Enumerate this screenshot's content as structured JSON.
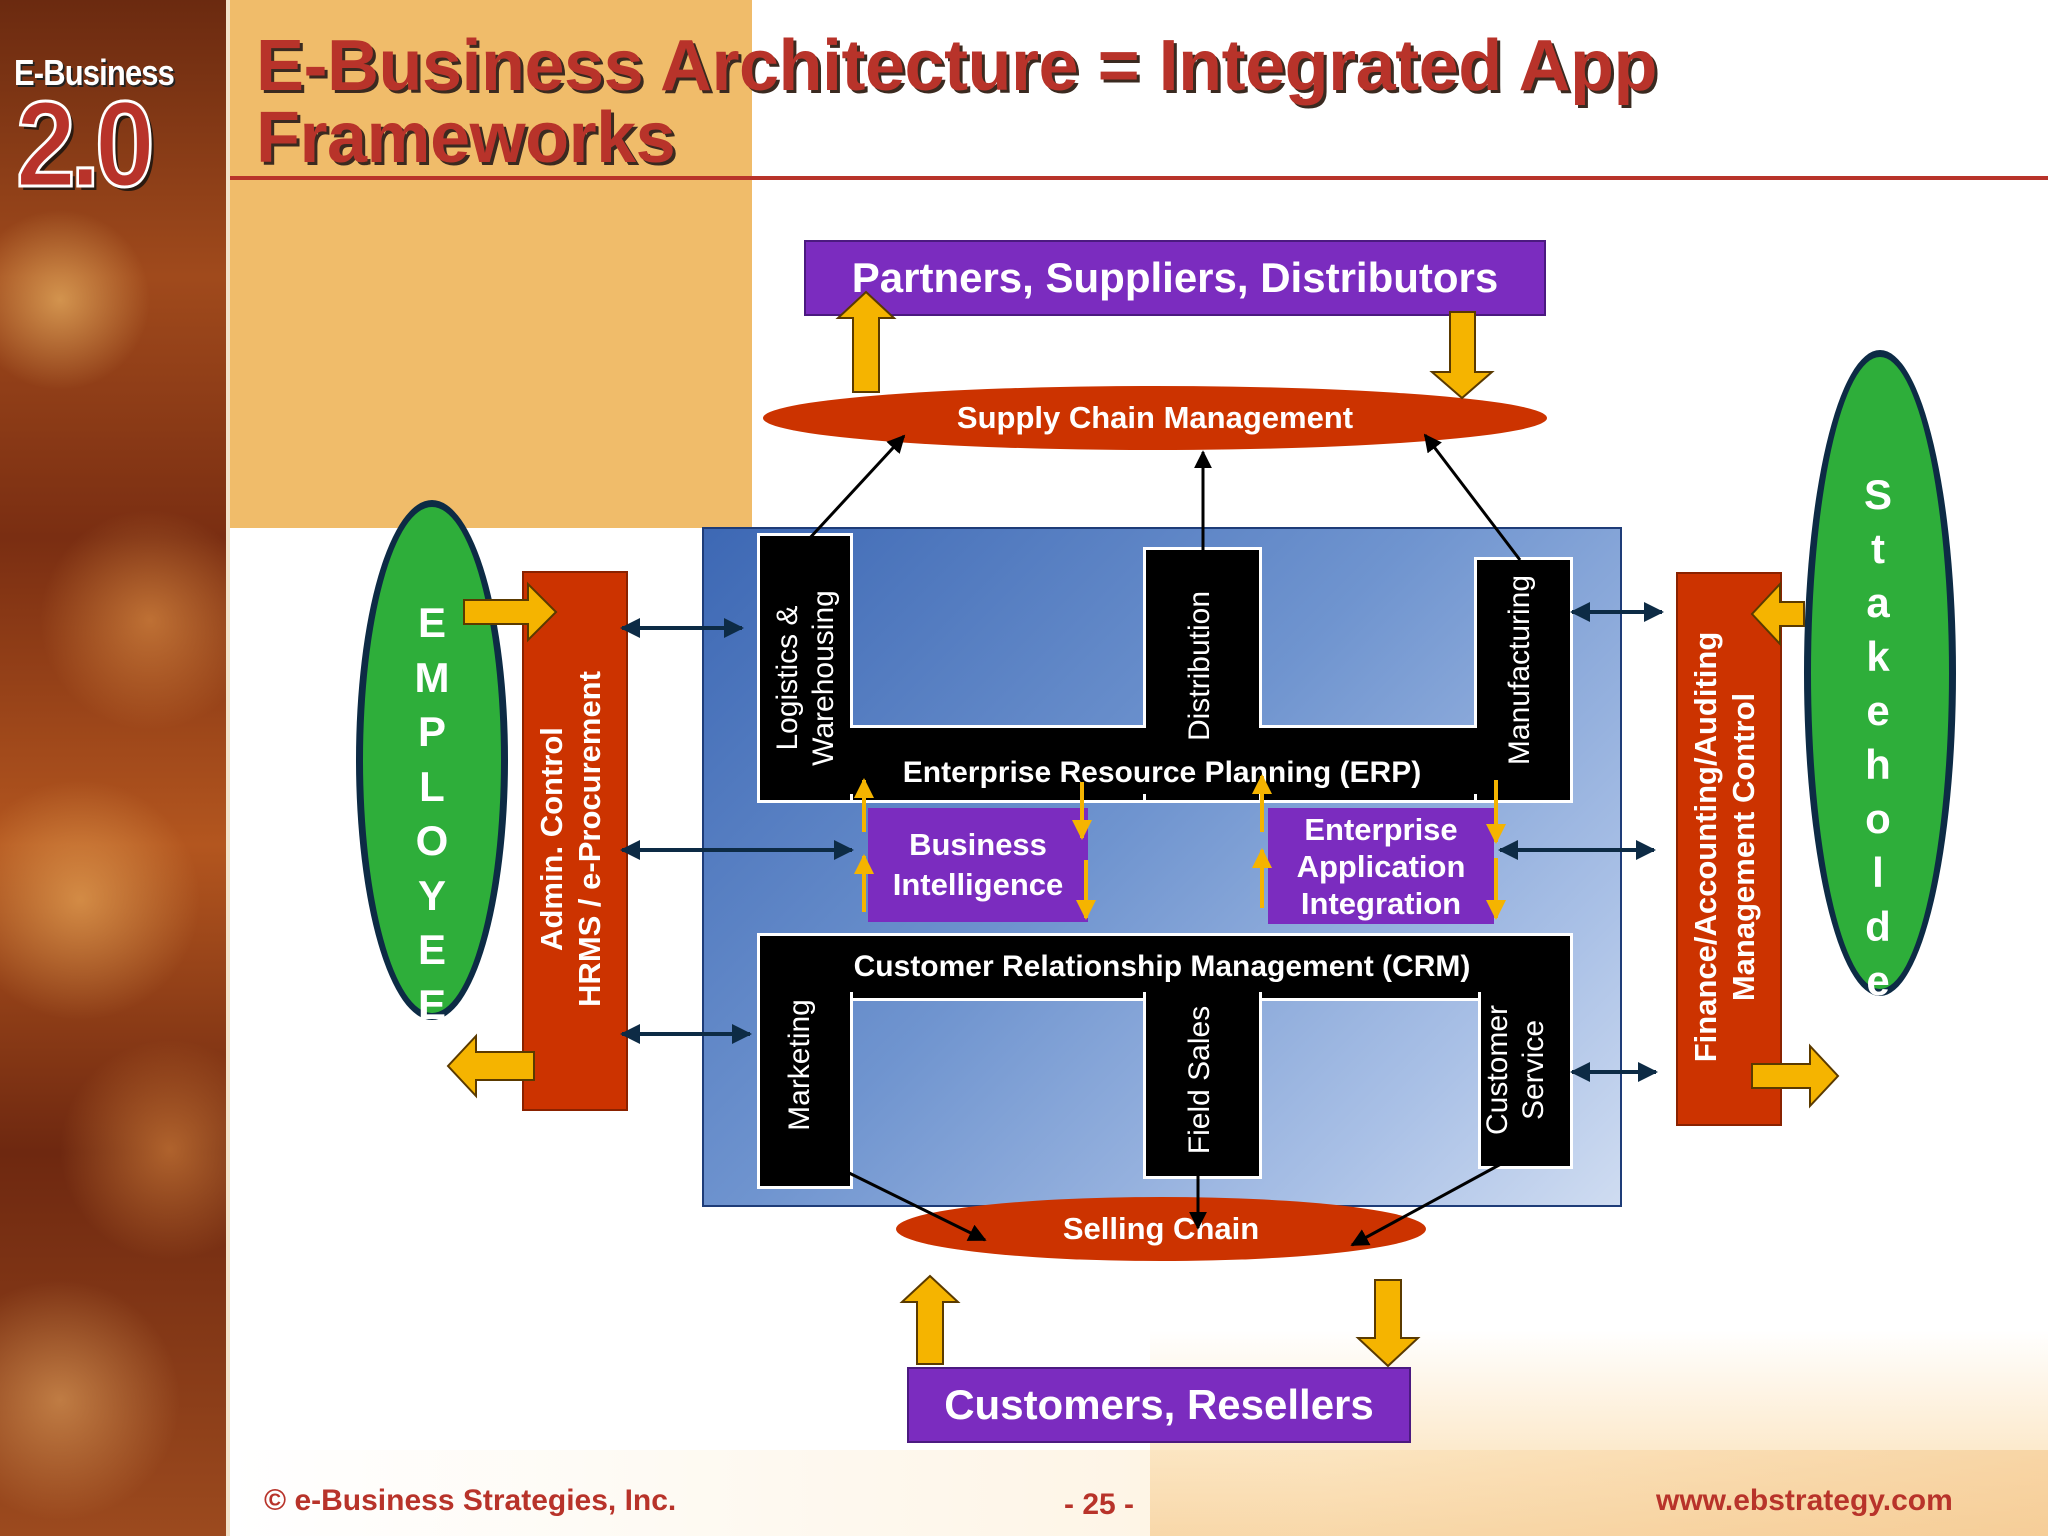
{
  "title": "E-Business Architecture = Integrated App Frameworks",
  "logo": {
    "top_text": "E-Business",
    "big_text": "2.0"
  },
  "diagram": {
    "partners": "Partners, Suppliers, Distributors",
    "supply_chain": "Supply Chain Management",
    "selling_chain": "Selling Chain",
    "customers": "Customers, Resellers",
    "employee_letters": [
      "E",
      "M",
      "P",
      "L",
      "O",
      "Y",
      "E",
      "E"
    ],
    "stakeholder_letters": [
      "S",
      "t",
      "a",
      "k",
      "e",
      "h",
      "o",
      "l",
      "d",
      "e"
    ],
    "admin_line1": "Admin. Control",
    "admin_line2": "HRMS  / e-Procurement",
    "finance_line1": "Finance/Accounting/Auditing",
    "finance_line2": "Management Control",
    "erp": {
      "label": "Enterprise Resource Planning (ERP)",
      "logistics_line1": "Logistics &",
      "logistics_line2": "Warehousing",
      "distribution": "Distribution",
      "manufacturing": "Manufacturing"
    },
    "business_intelligence_line1": "Business",
    "business_intelligence_line2": "Intelligence",
    "eai_line1": "Enterprise",
    "eai_line2": "Application",
    "eai_line3": "Integration",
    "crm": {
      "label": "Customer Relationship Management (CRM)",
      "marketing": "Marketing",
      "field_sales": "Field Sales",
      "customer_service_line1": "Customer",
      "customer_service_line2": "Service"
    }
  },
  "footer": {
    "copyright": "© e-Business Strategies, Inc.",
    "page": "- 25 -",
    "url": "www.ebstrategy.com"
  },
  "colors": {
    "accent_red": "#b8332a",
    "oval_red": "#cc3300",
    "purple": "#7b2cbf",
    "green": "#2eae3a",
    "arrow_yellow": "#f5b400",
    "dark_navy": "#0d2b45",
    "blue_panel": "#4a78c0"
  }
}
